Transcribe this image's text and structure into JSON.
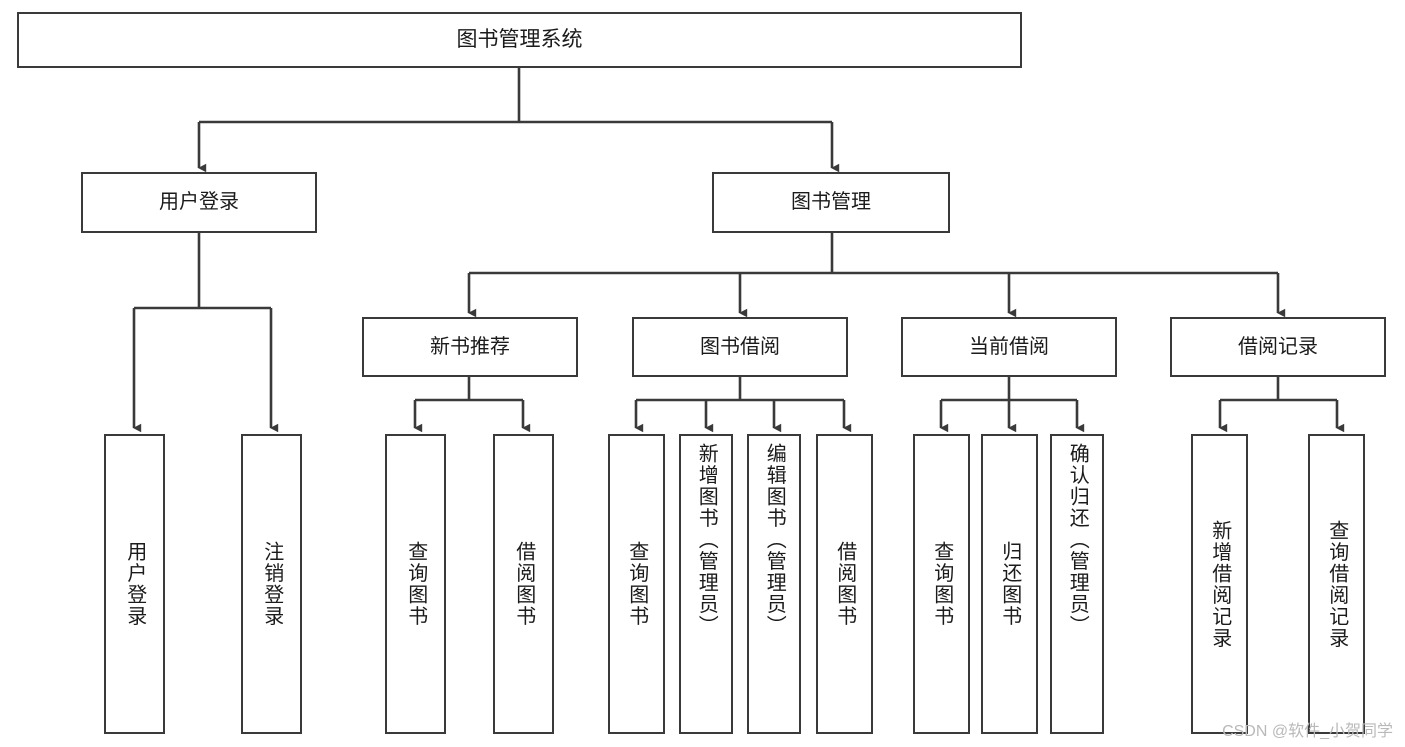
{
  "diagram": {
    "type": "tree-hierarchy",
    "title": "图书管理系统",
    "orientation": "top-down",
    "theme": {
      "box_fill": "#ffffff",
      "box_stroke": "#3a3a3a",
      "connector_stroke": "#3a3a3a",
      "text_color": "#1b1b1b",
      "watermark_color": "#b9b9b9",
      "background": "#ffffff"
    },
    "root": {
      "id": "root",
      "label": "图书管理系统"
    },
    "level1": [
      {
        "id": "user-login",
        "label": "用户登录"
      },
      {
        "id": "book-management",
        "label": "图书管理"
      }
    ],
    "level2": [
      {
        "id": "new-book-recommend",
        "label": "新书推荐",
        "parent": "book-management"
      },
      {
        "id": "book-borrow",
        "label": "图书借阅",
        "parent": "book-management"
      },
      {
        "id": "current-borrow",
        "label": "当前借阅",
        "parent": "book-management"
      },
      {
        "id": "borrow-record",
        "label": "借阅记录",
        "parent": "book-management"
      }
    ],
    "leaves": [
      {
        "id": "leaf-user-login",
        "label": "用户登录",
        "parent": "user-login"
      },
      {
        "id": "leaf-logout-login",
        "label": "注销登录",
        "parent": "user-login"
      },
      {
        "id": "leaf-query-book-1",
        "label": "查询图书",
        "parent": "new-book-recommend"
      },
      {
        "id": "leaf-borrow-book-1",
        "label": "借阅图书",
        "parent": "new-book-recommend"
      },
      {
        "id": "leaf-query-book-2",
        "label": "查询图书",
        "parent": "book-borrow"
      },
      {
        "id": "leaf-add-book",
        "label": "新增图书（管理员）",
        "parent": "book-borrow"
      },
      {
        "id": "leaf-edit-book",
        "label": "编辑图书（管理员）",
        "parent": "book-borrow"
      },
      {
        "id": "leaf-borrow-book-2",
        "label": "借阅图书",
        "parent": "book-borrow"
      },
      {
        "id": "leaf-query-book-3",
        "label": "查询图书",
        "parent": "current-borrow"
      },
      {
        "id": "leaf-return-book",
        "label": "归还图书",
        "parent": "current-borrow"
      },
      {
        "id": "leaf-confirm-return",
        "label": "确认归还（管理员）",
        "parent": "current-borrow"
      },
      {
        "id": "leaf-add-record",
        "label": "新增借阅记录",
        "parent": "borrow-record"
      },
      {
        "id": "leaf-query-record",
        "label": "查询借阅记录",
        "parent": "borrow-record"
      }
    ]
  },
  "watermark": {
    "text": "CSDN @软件_小贺同学"
  }
}
